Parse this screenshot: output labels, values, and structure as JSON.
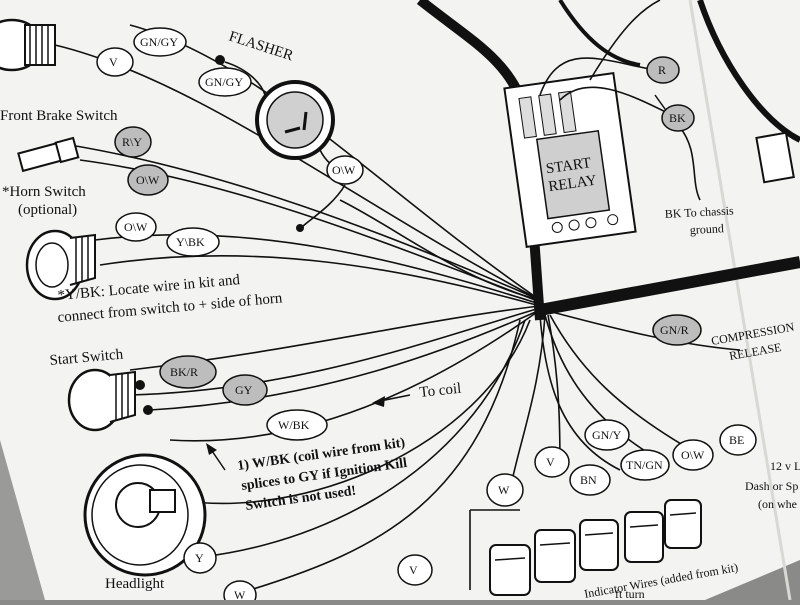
{
  "labels": {
    "flasher": "FLASHER",
    "front_brake": "Front Brake Switch",
    "horn_switch": "*Horn Switch",
    "horn_optional": "(optional)",
    "note1_line1": "*Y/BK: Locate wire in kit and",
    "note1_line2": "connect from switch to + side of horn",
    "start_switch": "Start Switch",
    "to_coil": "To coil",
    "note2_line1": "1) W/BK (coil wire from kit)",
    "note2_line2": "splices to GY if Ignition Kill",
    "note2_line3": "Switch is not used!",
    "headlight": "Headlight",
    "start_relay_1": "START",
    "start_relay_2": "RELAY",
    "bk_chassis_1": "BK To chassis",
    "bk_chassis_2": "ground",
    "compression_1": "COMPRESSION",
    "compression_2": "RELEASE",
    "indicator_wires": "Indicator Wires (added from kit)",
    "right_12v": "12 v L",
    "right_dash": "Dash or Sp",
    "right_whe": "(on whe",
    "left_turn": "ft turn"
  },
  "tags": {
    "v_top": "V",
    "gngy_top": "GN/GY",
    "gngy_flasher": "GN/GY",
    "ow_flasher": "O\\W",
    "rly": "R\\Y",
    "ow_brake": "O\\W",
    "ow_horn": "O\\W",
    "ybk": "Y\\BK",
    "r": "R",
    "bk": "BK",
    "gnr": "GN/R",
    "bkr": "BK/R",
    "gy": "GY",
    "wbk": "W/BK",
    "w_mid": "W",
    "v_mid": "V",
    "bn": "BN",
    "gny": "GN/Y",
    "tngn": "TN/GN",
    "ow_right": "O\\W",
    "be": "BE",
    "y": "Y",
    "w_bottom": "W",
    "v_bottom": "V"
  }
}
